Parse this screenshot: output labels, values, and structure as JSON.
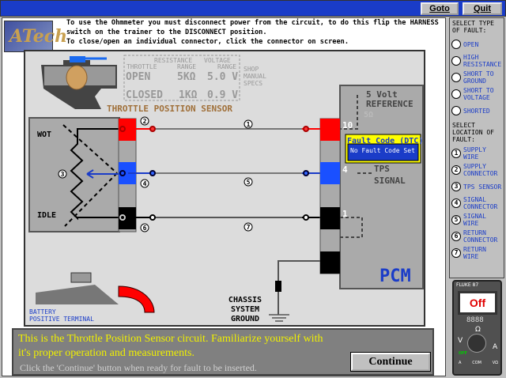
{
  "titlebar": {
    "goto_label": "Goto",
    "quit_label": "Quit"
  },
  "logo": {
    "text": "ATech"
  },
  "instructions": {
    "line1": "To use the Ohmmeter you must disconnect power from the circuit, to do this flip the HARNESS",
    "line2": "switch on the trainer to the DISCONNECT position.",
    "line3": "To close/open an individual connector, click the connector on screen."
  },
  "diagram": {
    "specs": {
      "resistance_header": "RESISTANCE",
      "voltage_header": "VOLTAGE",
      "throttle_label": "THROTTLE",
      "range1": "RANGE",
      "range2": "RANGE",
      "open": "OPEN",
      "closed": "CLOSED",
      "open_res": "5KΩ",
      "closed_res": "1KΩ",
      "open_volt": "5.0 V",
      "closed_volt": "0.9 V",
      "shop": "SHOP",
      "manual": "MANUAL",
      "specs": "SPECS"
    },
    "sensor_title": "THROTTLE POSITION SENSOR",
    "wot": "WOT",
    "idle": "IDLE",
    "markers": [
      "1",
      "2",
      "3",
      "4",
      "5",
      "6",
      "7"
    ],
    "pcm": {
      "label": "PCM",
      "ref_line1": "5 Volt",
      "ref_line2": "REFERENCE",
      "ref_res": "5Ω",
      "pin10": "10",
      "pin4": "4",
      "pin1": "1",
      "signal_line1": "TPS",
      "signal_line2": "SIGNAL"
    },
    "fault_code": {
      "title": "Fault Code (DTC)",
      "value": "No Fault Code Set"
    },
    "ground": {
      "line1": "CHASSIS",
      "line2": "SYSTEM",
      "line3": "GROUND"
    },
    "battery": {
      "line1": "BATTERY",
      "line2": "POSITIVE TERMINAL"
    },
    "colors": {
      "supply": "#ff0000",
      "signal": "#0040ff",
      "return": "#000000"
    }
  },
  "sidebar": {
    "type_header": "SELECT TYPE OF FAULT:",
    "fault_types": [
      "OPEN",
      "HIGH RESISTANCE",
      "SHORT TO GROUND",
      "SHORT TO VOLTAGE",
      "SHORTED"
    ],
    "location_header": "SELECT LOCATION OF FAULT:",
    "locations": [
      {
        "n": "1",
        "label": "SUPPLY WIRE"
      },
      {
        "n": "2",
        "label": "SUPPLY CONNECTOR"
      },
      {
        "n": "3",
        "label": "TPS SENSOR"
      },
      {
        "n": "4",
        "label": "SIGNAL CONNECTOR"
      },
      {
        "n": "5",
        "label": "SIGNAL WIRE"
      },
      {
        "n": "6",
        "label": "RETURN CONNECTOR"
      },
      {
        "n": "7",
        "label": "RETURN WIRE"
      }
    ]
  },
  "meter": {
    "brand": "FLUKE 87",
    "display": "Off",
    "digits": "8888",
    "ohm": "Ω",
    "v": "V",
    "a": "A",
    "off": "OFF",
    "jack_a": "A",
    "jack_com": "COM",
    "jack_v": "VΩ"
  },
  "message": {
    "line1": "This is the Throttle Position Sensor circuit.  Familiarize yourself with",
    "line2": "it's proper operation and measurements.",
    "line3": "Click the 'Continue' button when ready for fault to be inserted.",
    "continue_label": "Continue"
  }
}
